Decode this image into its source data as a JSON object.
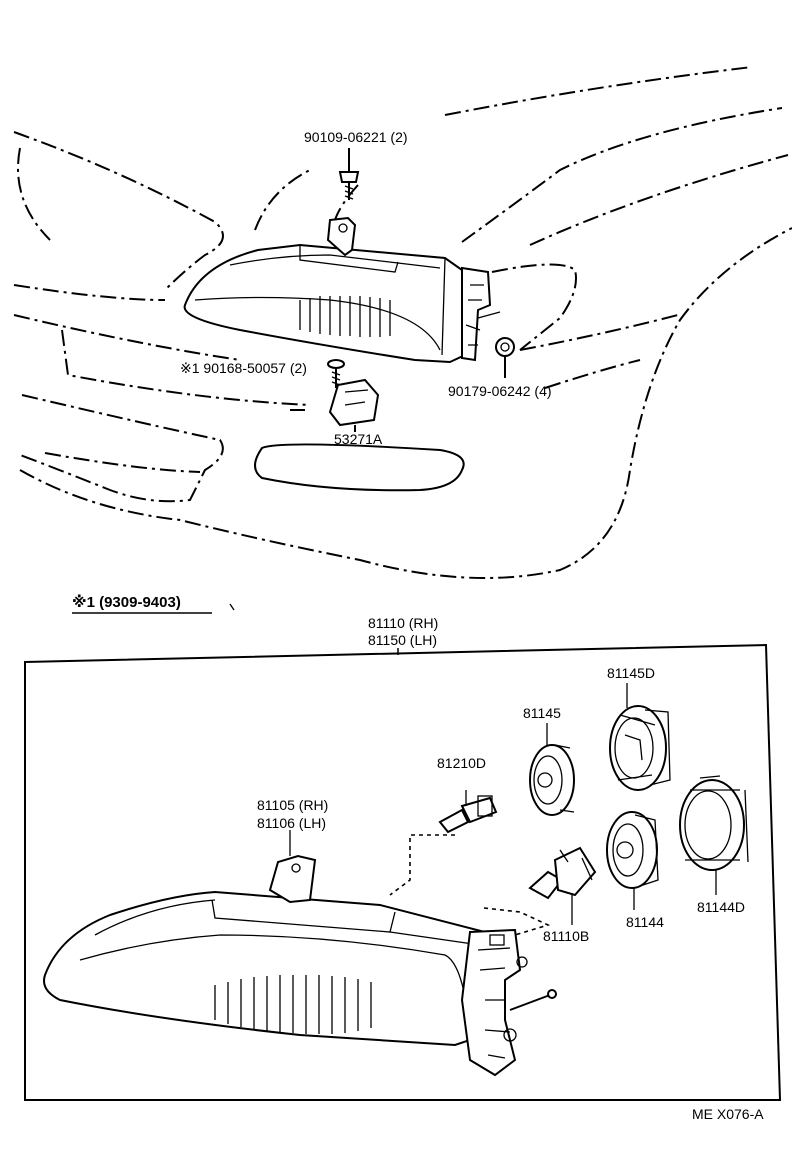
{
  "labels": {
    "bolt_top": "90109-06221 (2)",
    "screw": "※1 90168-50057 (2)",
    "nut": "90179-06242 (4)",
    "bracket": "53271A",
    "date_note": "※1 (9309-9403)",
    "headlamp_rh": "81110 (RH)",
    "headlamp_lh": "81150 (LH)",
    "socket_81145d": "81145D",
    "socket_81145": "81145",
    "bulb_81210d": "81210D",
    "unit_rh": "81105 (RH)",
    "unit_lh": "81106 (LH)",
    "cover_81144": "81144",
    "cover_81144d": "81144D",
    "bulb_81110b": "81110B",
    "ref_code": "ME X076-A"
  }
}
